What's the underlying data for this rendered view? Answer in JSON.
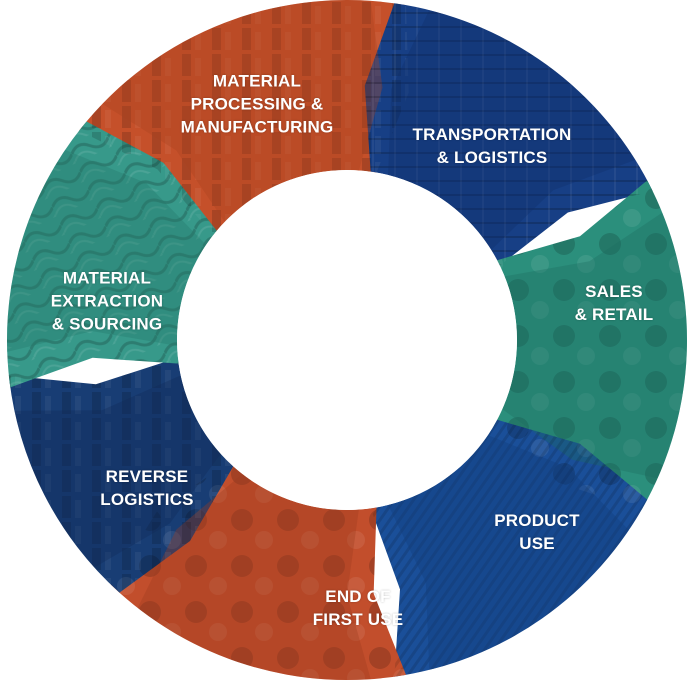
{
  "diagram": {
    "segments": [
      {
        "id": "material-processing",
        "lines": [
          "MATERIAL",
          "PROCESSING &",
          "MANUFACTURING"
        ],
        "color": "#c5502a",
        "tint": "#a8431f"
      },
      {
        "id": "transportation",
        "lines": [
          "TRANSPORTATION",
          "& LOGISTICS"
        ],
        "color": "#173f85",
        "tint": "#0f2f69"
      },
      {
        "id": "sales-retail",
        "lines": [
          "SALES",
          "& RETAIL"
        ],
        "color": "#2b8f7c",
        "tint": "#1d6e60"
      },
      {
        "id": "product-use",
        "lines": [
          "PRODUCT",
          "USE"
        ],
        "color": "#1a4f99",
        "tint": "#123c7a"
      },
      {
        "id": "end-of-first-use",
        "lines": [
          "END OF",
          "FIRST USE"
        ],
        "color": "#c24e2c",
        "tint": "#9f3d1f"
      },
      {
        "id": "reverse-logistics",
        "lines": [
          "REVERSE",
          "LOGISTICS"
        ],
        "color": "#183d74",
        "tint": "#102c58"
      },
      {
        "id": "material-extraction",
        "lines": [
          "MATERIAL",
          "EXTRACTION",
          "& SOURCING"
        ],
        "color": "#37998a",
        "tint": "#25786b"
      }
    ]
  }
}
